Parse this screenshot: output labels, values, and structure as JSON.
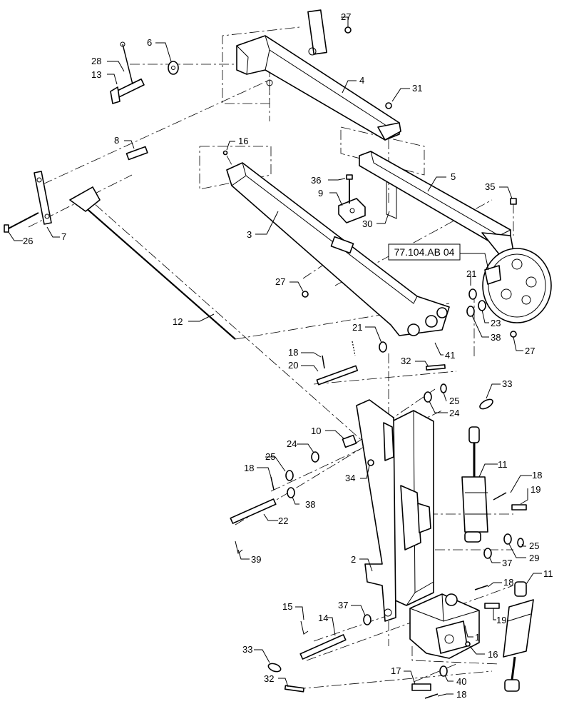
{
  "diagram": {
    "reference_label": "77.104.AB 04",
    "callouts": [
      "27",
      "6",
      "28",
      "13",
      "4",
      "31",
      "8",
      "16",
      "36",
      "9",
      "35",
      "5",
      "30",
      "26",
      "7",
      "3",
      "27",
      "21",
      "23",
      "38",
      "27",
      "12",
      "21",
      "41",
      "18",
      "20",
      "32",
      "33",
      "25",
      "24",
      "10",
      "24",
      "25",
      "18",
      "34",
      "11",
      "18",
      "19",
      "38",
      "22",
      "39",
      "25",
      "29",
      "37",
      "2",
      "18",
      "11",
      "15",
      "37",
      "14",
      "19",
      "1",
      "16",
      "33",
      "32",
      "17",
      "40",
      "18"
    ]
  }
}
